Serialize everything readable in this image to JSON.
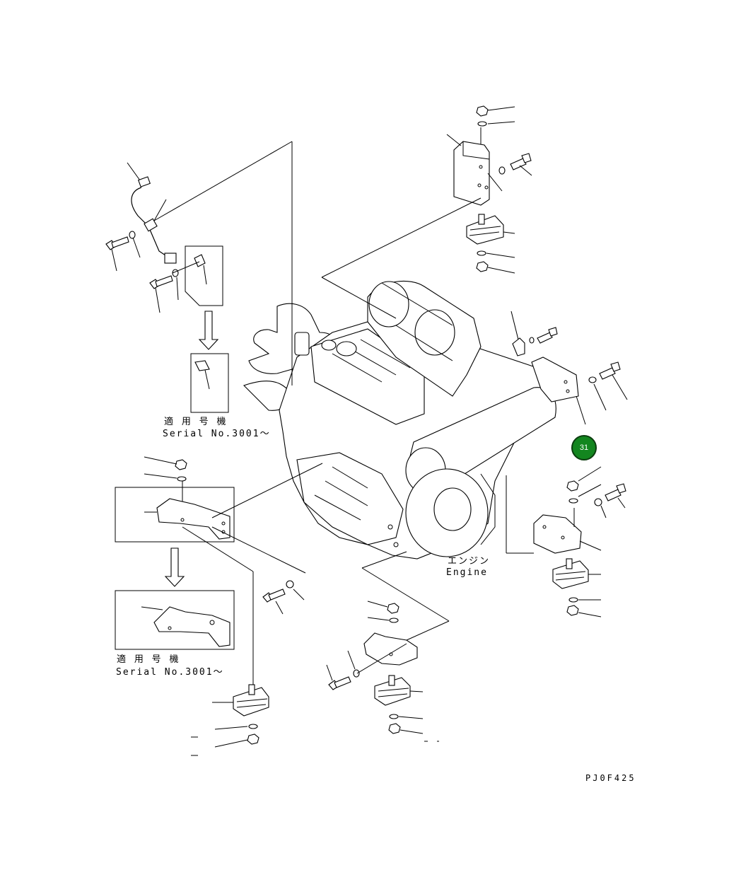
{
  "labels": {
    "serial_top_jp": "適 用 号 機",
    "serial_top": "Serial No.3001～",
    "serial_bottom_jp": "適 用 号 機",
    "serial_bottom": "Serial No.3001～",
    "engine_jp": "エンジン",
    "engine": "Engine",
    "drawing_code": "PJ0F425"
  },
  "callout": {
    "number": "31",
    "color": "#13861f"
  }
}
